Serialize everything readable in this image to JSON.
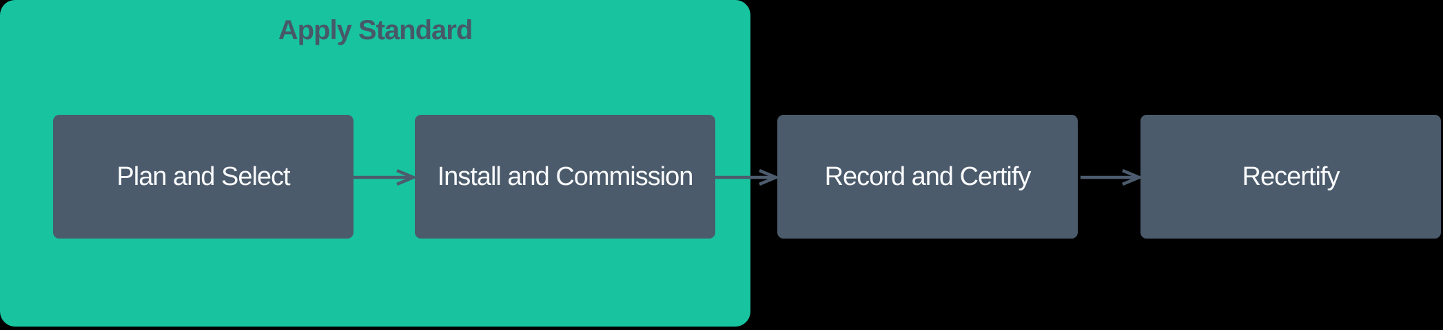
{
  "diagram": {
    "type": "flowchart",
    "direction": "left-to-right",
    "group": {
      "label": "Apply Standard",
      "contains": [
        "Plan and Select",
        "Install and Commission"
      ]
    },
    "nodes": [
      {
        "id": "plan-and-select",
        "label": "Plan and Select"
      },
      {
        "id": "install-and-commission",
        "label": "Install and Commission"
      },
      {
        "id": "record-and-certify",
        "label": "Record and Certify"
      },
      {
        "id": "recertify",
        "label": "Recertify"
      }
    ],
    "edges": [
      {
        "from": "plan-and-select",
        "to": "install-and-commission"
      },
      {
        "from": "install-and-commission",
        "to": "record-and-certify"
      },
      {
        "from": "record-and-certify",
        "to": "recertify"
      }
    ],
    "colors": {
      "canvas-bg": "#000000",
      "group-fill": "#18c4a0",
      "group-label": "#47586a",
      "node-fill": "#4b5b6c",
      "node-text": "#fafbfc",
      "arrow": "#4c5c6e"
    }
  }
}
